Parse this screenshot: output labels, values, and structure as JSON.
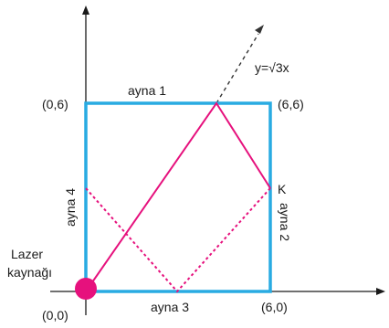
{
  "colors": {
    "box": "#29abe2",
    "beam": "#e6117d",
    "axis": "#1a1a1a",
    "ray": "#333333",
    "source": "#e6117d"
  },
  "labels": {
    "ayna1": "ayna 1",
    "ayna2": "ayna 2",
    "ayna3": "ayna 3",
    "ayna4": "ayna 4",
    "corner_top_left": "(0,6)",
    "corner_top_right": "(6,6)",
    "corner_bottom_right": "(6,0)",
    "origin": "(0,0)",
    "point_k": "K",
    "line_eq": "y=√3x",
    "source_line1": "Lazer",
    "source_line2": "kaynağı"
  }
}
